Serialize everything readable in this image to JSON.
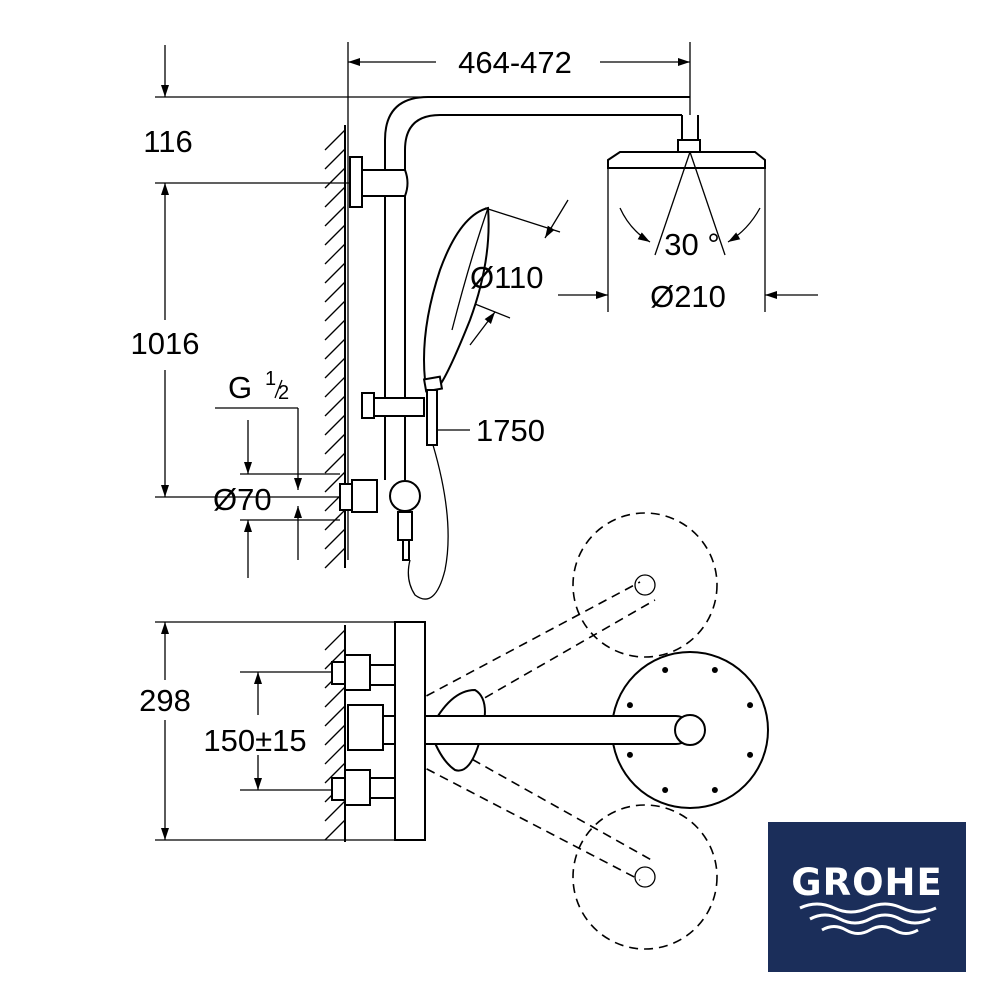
{
  "dimensions": {
    "arm_length": "464-472",
    "top_offset": "116",
    "rail_height": "1016",
    "thread": {
      "main": "G",
      "num": "1",
      "den": "2"
    },
    "outlet_diameter": "Ø70",
    "handshower_diameter": "Ø110",
    "headshower_diameter": "Ø210",
    "tilt_angle": "30 °",
    "hose_length": "1750",
    "depth": "298",
    "connection_spacing": "150±15"
  },
  "logo": {
    "brand": "GROHE",
    "background": "#1b2e5a"
  }
}
